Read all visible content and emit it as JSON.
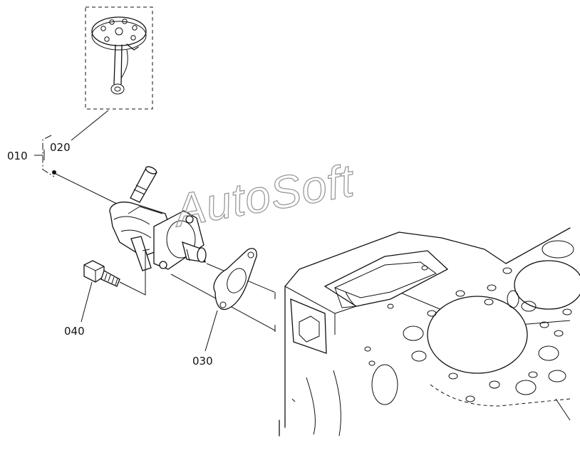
{
  "callouts": {
    "p010": "010",
    "p020": "020",
    "p030": "030",
    "p040": "040"
  },
  "watermark": "AutoSoft"
}
